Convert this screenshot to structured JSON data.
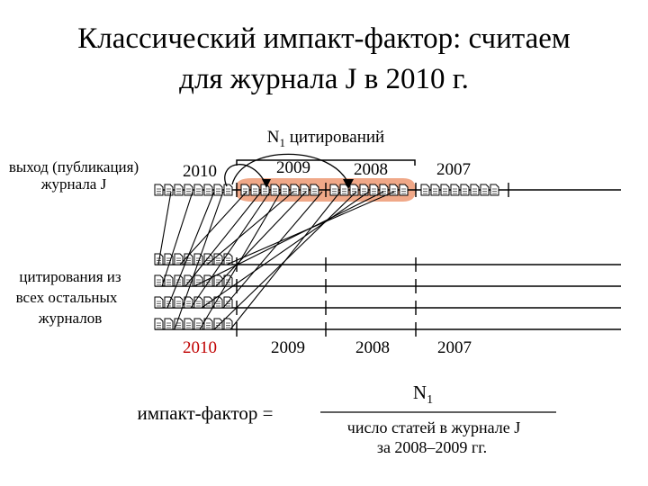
{
  "slide": {
    "title_line1": "Классический импакт-фактор: считаем",
    "title_line2": "для журнала J в 2010 г.",
    "citations_label": "N",
    "citations_sub": "1",
    "citations_rest": " цитирований",
    "journal_label_line1": "выход (публикация)",
    "journal_label_line2": "журнала J",
    "others_label_line1": "цитирования из",
    "others_label_line2": "всех остальных",
    "others_label_line3": "журналов",
    "top_years": [
      "2010",
      "2009",
      "2008",
      "2007"
    ],
    "bottom_years": [
      "2010",
      "2009",
      "2008",
      "2007"
    ],
    "formula_left": "импакт-фактор =",
    "numerator_main": "N",
    "numerator_sub": "1",
    "denominator_line1": "число статей в журнале J",
    "denominator_line2": "за 2008–2009 гг."
  },
  "colors": {
    "highlight": "#f0a888",
    "highlight_year": "#c00000",
    "ink": "#000000"
  }
}
